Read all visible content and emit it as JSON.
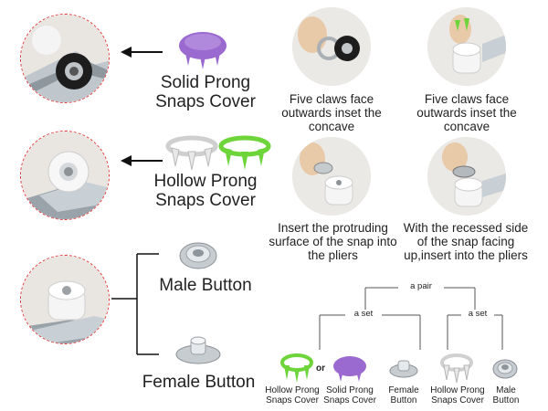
{
  "labels": {
    "solid_prong": "Solid Prong Snaps Cover",
    "hollow_prong": "Hollow Prong Snaps Cover",
    "male_button": "Male Button",
    "female_button": "Female Button"
  },
  "steps": [
    {
      "caption": "Five claws face outwards inset the concave"
    },
    {
      "caption": "Five claws face outwards inset the concave"
    },
    {
      "caption": "Insert the protruding surface of the snap into the pliers"
    },
    {
      "caption": "With the recessed side of the snap facing up,insert into the pliers"
    }
  ],
  "tree": {
    "top": "a pair",
    "left_group": "a set",
    "right_group": "a set",
    "or": "or"
  },
  "legend": {
    "hollow_prong_1": "Hollow Prong Snaps Cover",
    "solid_prong": "Solid Prong Snaps Cover",
    "female": "Female Button",
    "hollow_prong_2": "Hollow Prong Snaps Cover",
    "male": "Male Button"
  },
  "colors": {
    "purple": "#9b6ad0",
    "green": "#6dd43a",
    "dash": "#e23a3a"
  }
}
